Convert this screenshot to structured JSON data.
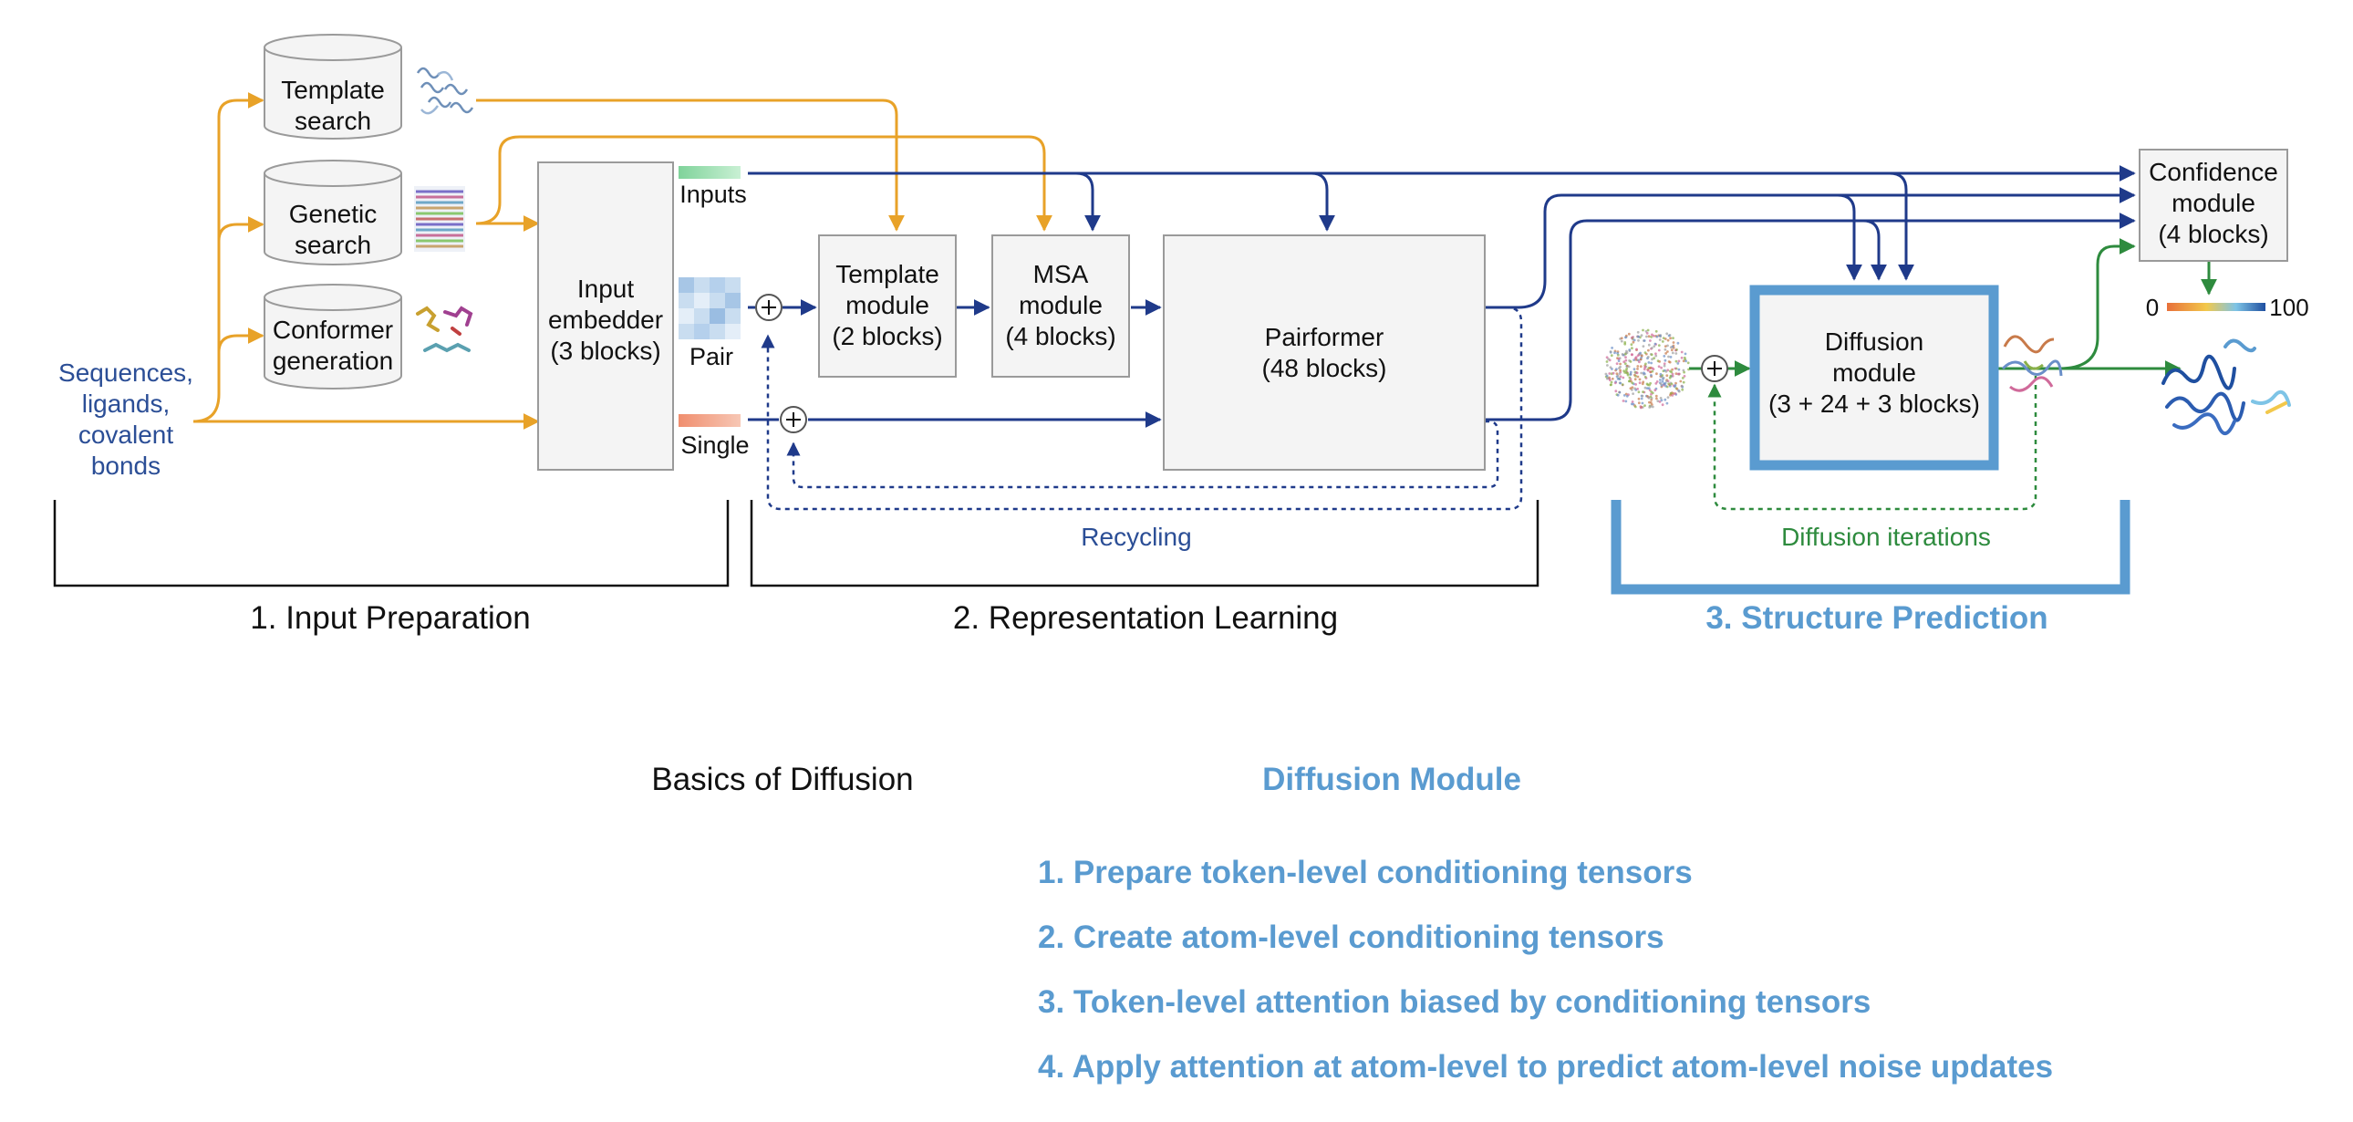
{
  "inputs_label": "Sequences,\nligands,\ncovalent\nbonds",
  "databases": {
    "template_search": "Template\nsearch",
    "genetic_search": "Genetic\nsearch",
    "conformer_generation": "Conformer\ngeneration"
  },
  "modules": {
    "input_embedder": "Input\nembedder\n(3 blocks)",
    "template_module": "Template\nmodule\n(2 blocks)",
    "msa_module": "MSA\nmodule\n(4 blocks)",
    "pairformer": "Pairformer\n(48 blocks)",
    "diffusion_module": "Diffusion\nmodule\n(3 + 24 + 3 blocks)",
    "confidence_module": "Confidence\nmodule\n(4 blocks)"
  },
  "representations": {
    "inputs": "Inputs",
    "pair": "Pair",
    "single": "Single"
  },
  "loops": {
    "recycling": "Recycling",
    "diffusion_iterations": "Diffusion iterations"
  },
  "confidence_scale": {
    "min": "0",
    "max": "100"
  },
  "stages": {
    "stage1": "1. Input Preparation",
    "stage2": "2. Representation Learning",
    "stage3": "3. Structure Prediction"
  },
  "bottom": {
    "basics_title": "Basics of Diffusion",
    "diffusion_title": "Diffusion Module",
    "steps": [
      "1. Prepare token-level conditioning tensors",
      "2. Create atom-level conditioning tensors",
      "3. Token-level attention biased by conditioning tensors",
      "4. Apply attention at atom-level to predict atom-level noise updates"
    ]
  },
  "colors": {
    "orange": "#E8A228",
    "navy": "#1F3A8A",
    "green": "#2E8B3E",
    "light_blue": "#5A9BD0",
    "box_fill": "#F4F4F4",
    "box_stroke": "#9A9A9A"
  }
}
